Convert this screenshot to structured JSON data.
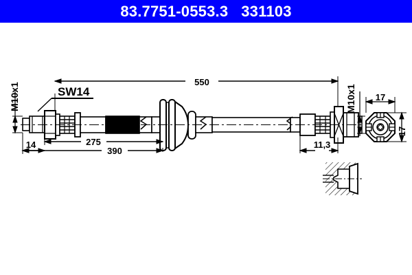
{
  "title_bar": {
    "part_number": "83.7751-0553.3",
    "reference_number": "331103",
    "combined": "83.7751-0553.3   331103",
    "background_color": "#0000ff",
    "text_color": "#ffffff"
  },
  "drawing": {
    "description": "Brake hose technical drawing with dimensions",
    "line_color": "#000000",
    "background_color": "#ffffff",
    "labels": {
      "spanner_size": "SW14",
      "thread_left": "M10x1",
      "thread_right": "M10x1"
    },
    "dimensions": {
      "overall_length": "550",
      "length_to_bracket": "390",
      "length_mid": "275",
      "end_left": "14",
      "end_right": "11,3",
      "hex_width": "17",
      "hex_height": "17"
    }
  }
}
